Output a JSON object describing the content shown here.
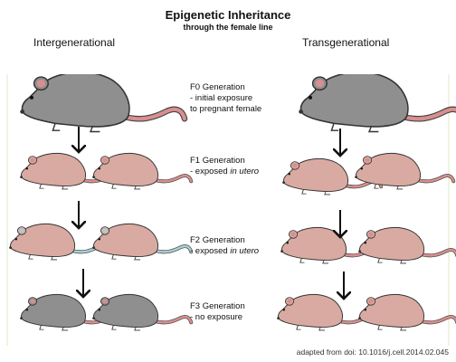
{
  "title": "Epigenetic Inheritance",
  "subtitle": "through the female line",
  "headers": {
    "left": "Intergenerational",
    "right": "Transgenerational"
  },
  "generations": [
    {
      "name": "F0 Generation",
      "lines": [
        "- initial exposure",
        "to pregnant female"
      ]
    },
    {
      "name": "F1 Generation",
      "lines": [
        "- exposed in utero"
      ]
    },
    {
      "name": "F2 Generation",
      "lines": [
        "- exposed in utero"
      ]
    },
    {
      "name": "F3 Generation",
      "lines": [
        "- no exposure"
      ]
    }
  ],
  "credit": "adapted from doi: 10.1016/j.cell.2014.02.045",
  "colors": {
    "grey_mouse": "#8f8f8f",
    "pink_mouse": "#d9aaa2",
    "tail": "#d98f8f",
    "teal_tail": "#a8cfd2",
    "arrow": "#111111",
    "rule": "#dfe8c8"
  }
}
